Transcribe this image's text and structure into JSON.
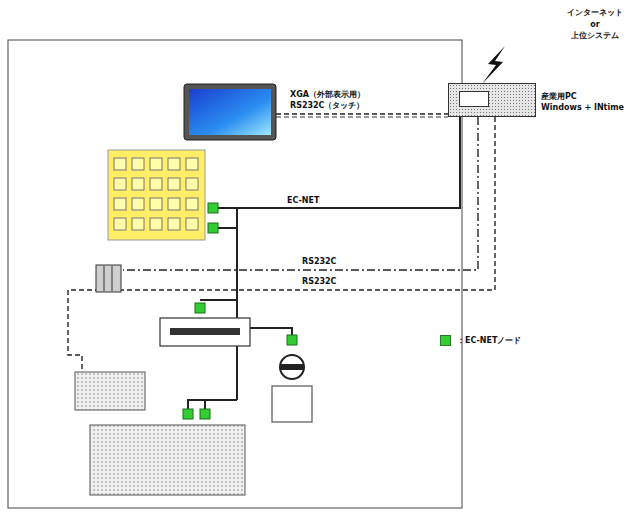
{
  "diagram": {
    "nodes": [
      {
        "text": [
          "産業用PC",
          "Windows + INtime"
        ]
      }
    ],
    "labels": [
      "インターネット",
      "or",
      "上位システム",
      "XGA（外部表示用）",
      "RS232C（タッチ）",
      "EC-NET",
      "RS232C",
      "RS232C"
    ],
    "legend": [
      {
        "text": "：EC-NETノード",
        "color": "#33cc33"
      }
    ]
  }
}
